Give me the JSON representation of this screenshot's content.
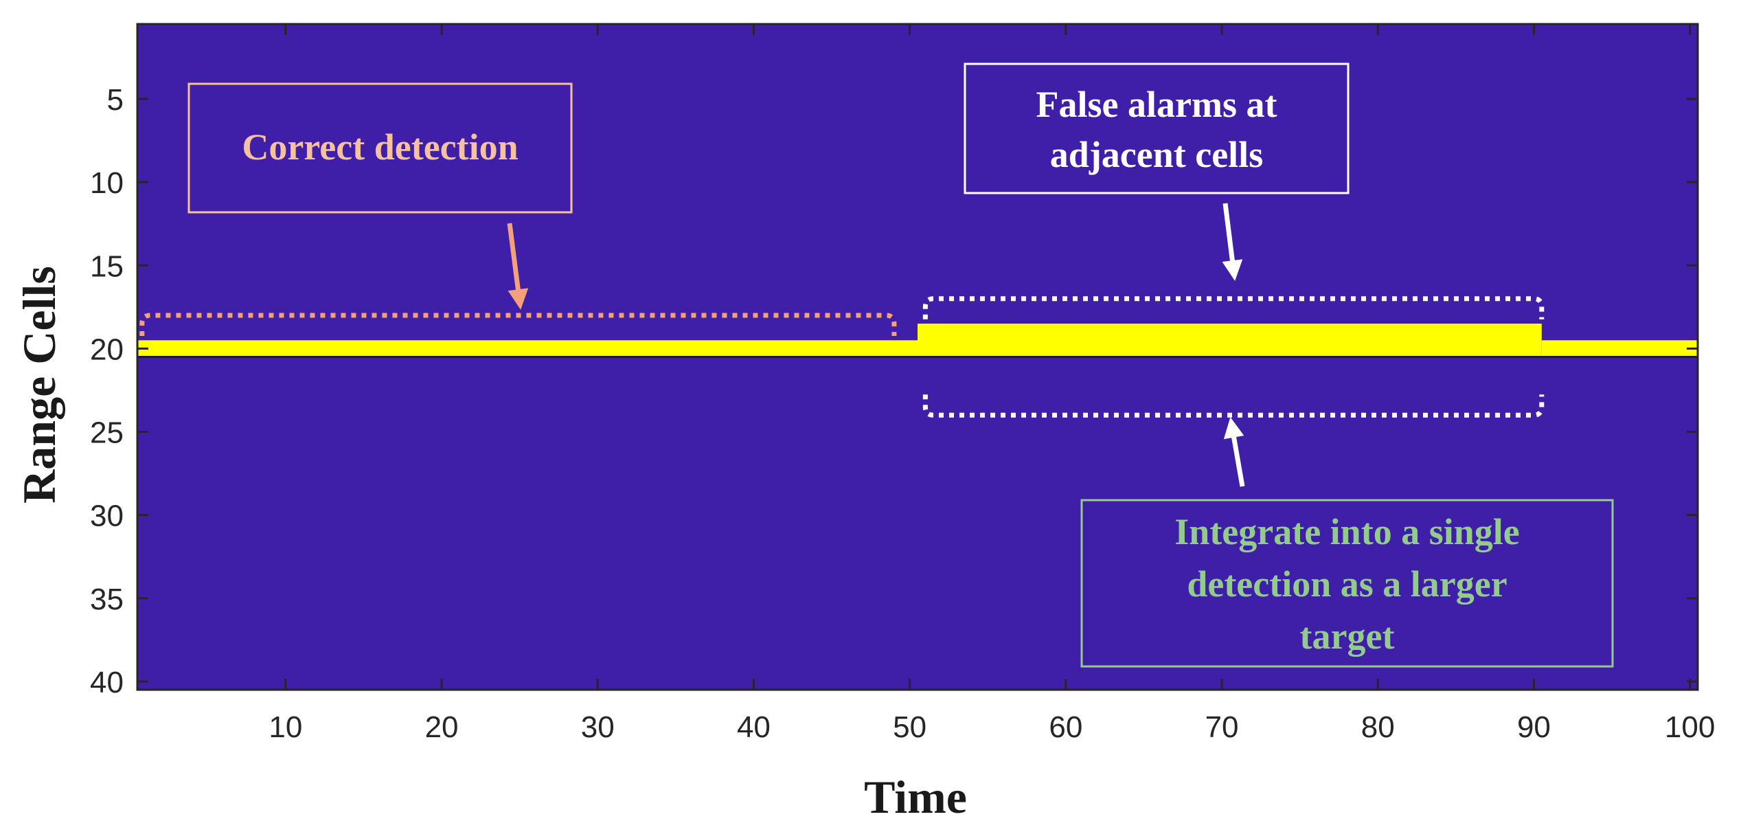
{
  "chart_data": {
    "type": "heatmap",
    "xlabel": "Time",
    "ylabel": "Range Cells",
    "xlim": [
      0.5,
      100.5
    ],
    "ylim": [
      40.5,
      0.5
    ],
    "y_reversed": true,
    "xticks": [
      10,
      20,
      30,
      40,
      50,
      60,
      70,
      80,
      90,
      100
    ],
    "yticks": [
      5,
      10,
      15,
      20,
      25,
      30,
      35,
      40
    ],
    "background_value": 0,
    "detections": [
      {
        "x_start": 1,
        "x_end": 50,
        "y_start": 20,
        "y_end": 20
      },
      {
        "x_start": 51,
        "x_end": 90,
        "y_start": 19,
        "y_end": 20
      },
      {
        "x_start": 91,
        "x_end": 100,
        "y_start": 20,
        "y_end": 20
      }
    ],
    "colors": {
      "background": "#3f1fa8",
      "detection": "#ffff00"
    },
    "annotations": [
      {
        "id": "correct",
        "lines": [
          "Correct detection"
        ],
        "color": "#f7c1a0",
        "arrow_color": "#f4a07a",
        "bracket_x": [
          0.8,
          49
        ],
        "bracket_y": 18
      },
      {
        "id": "false-alarms",
        "lines": [
          "False alarms at",
          "adjacent cells"
        ],
        "color": "#ffffff",
        "arrow_color": "#ffffff",
        "bracket_x": [
          51,
          90.5
        ],
        "bracket_y": 17
      },
      {
        "id": "integrate",
        "lines": [
          "Integrate into a single",
          "detection as a larger",
          "target"
        ],
        "color": "#93cc8a",
        "arrow_color": "#ffffff",
        "bracket_x": [
          51,
          90.5
        ],
        "bracket_y": 24
      }
    ]
  }
}
